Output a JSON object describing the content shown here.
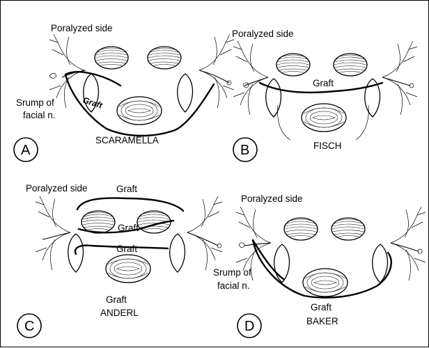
{
  "panels": [
    {
      "letter": "A",
      "side_label": "Poralyzed side",
      "stump_label_line1": "Srump of",
      "stump_label_line2": "facial n.",
      "graft_label": "Graft",
      "author": "SCARAMELLA"
    },
    {
      "letter": "B",
      "side_label": "Poralyzed side",
      "graft_label": "Graft",
      "author": "FISCH"
    },
    {
      "letter": "C",
      "side_label": "Poralyzed side",
      "graft_label_top": "Graft",
      "graft_label_eye": "Graft",
      "graft_label_mid": "Graft",
      "graft_label_bottom": "Graft",
      "author": "ANDERL"
    },
    {
      "letter": "D",
      "side_label": "Poralyzed side",
      "stump_label_line1": "Srump of",
      "stump_label_line2": "facial n.",
      "graft_label": "Graft",
      "author": "BAKER"
    }
  ]
}
